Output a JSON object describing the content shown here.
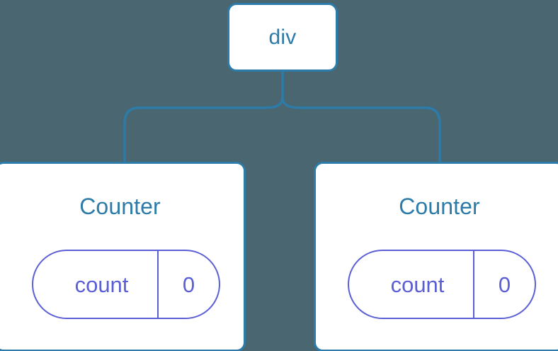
{
  "diagram": {
    "type": "component-tree",
    "background_color": "#4a6670",
    "node_border_color": "#2d7ba8",
    "node_text_color": "#2d7ba8",
    "state_color": "#5b5fd6",
    "edge_color": "#2d7ba8",
    "root": {
      "label": "div"
    },
    "children": [
      {
        "label": "Counter",
        "state": {
          "key": "count",
          "value": "0"
        }
      },
      {
        "label": "Counter",
        "state": {
          "key": "count",
          "value": "0"
        }
      }
    ]
  }
}
